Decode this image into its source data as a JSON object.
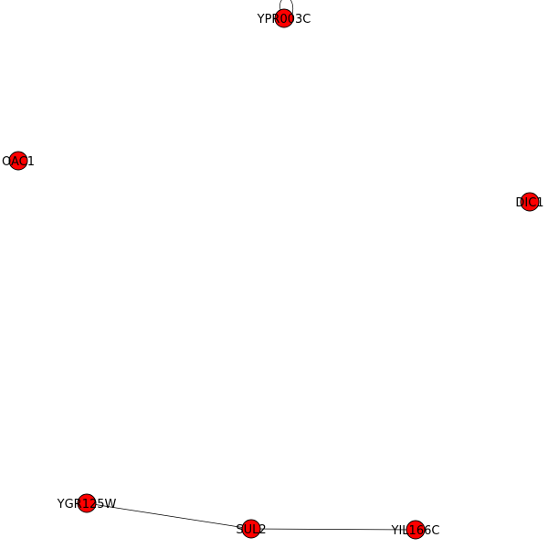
{
  "graph": {
    "node_color": "#ff0000",
    "edge_color": "#000000",
    "nodes": [
      {
        "id": "YPR003C",
        "label": "YPR003C"
      },
      {
        "id": "OAC1",
        "label": "OAC1"
      },
      {
        "id": "DIC1",
        "label": "DIC1"
      },
      {
        "id": "YGR125W",
        "label": "YGR125W"
      },
      {
        "id": "SUL2",
        "label": "SUL2"
      },
      {
        "id": "YIL166C",
        "label": "YIL166C"
      }
    ],
    "edges": [
      {
        "source": "YPR003C",
        "target": "YPR003C"
      },
      {
        "source": "YGR125W",
        "target": "SUL2"
      },
      {
        "source": "SUL2",
        "target": "YIL166C"
      }
    ]
  }
}
